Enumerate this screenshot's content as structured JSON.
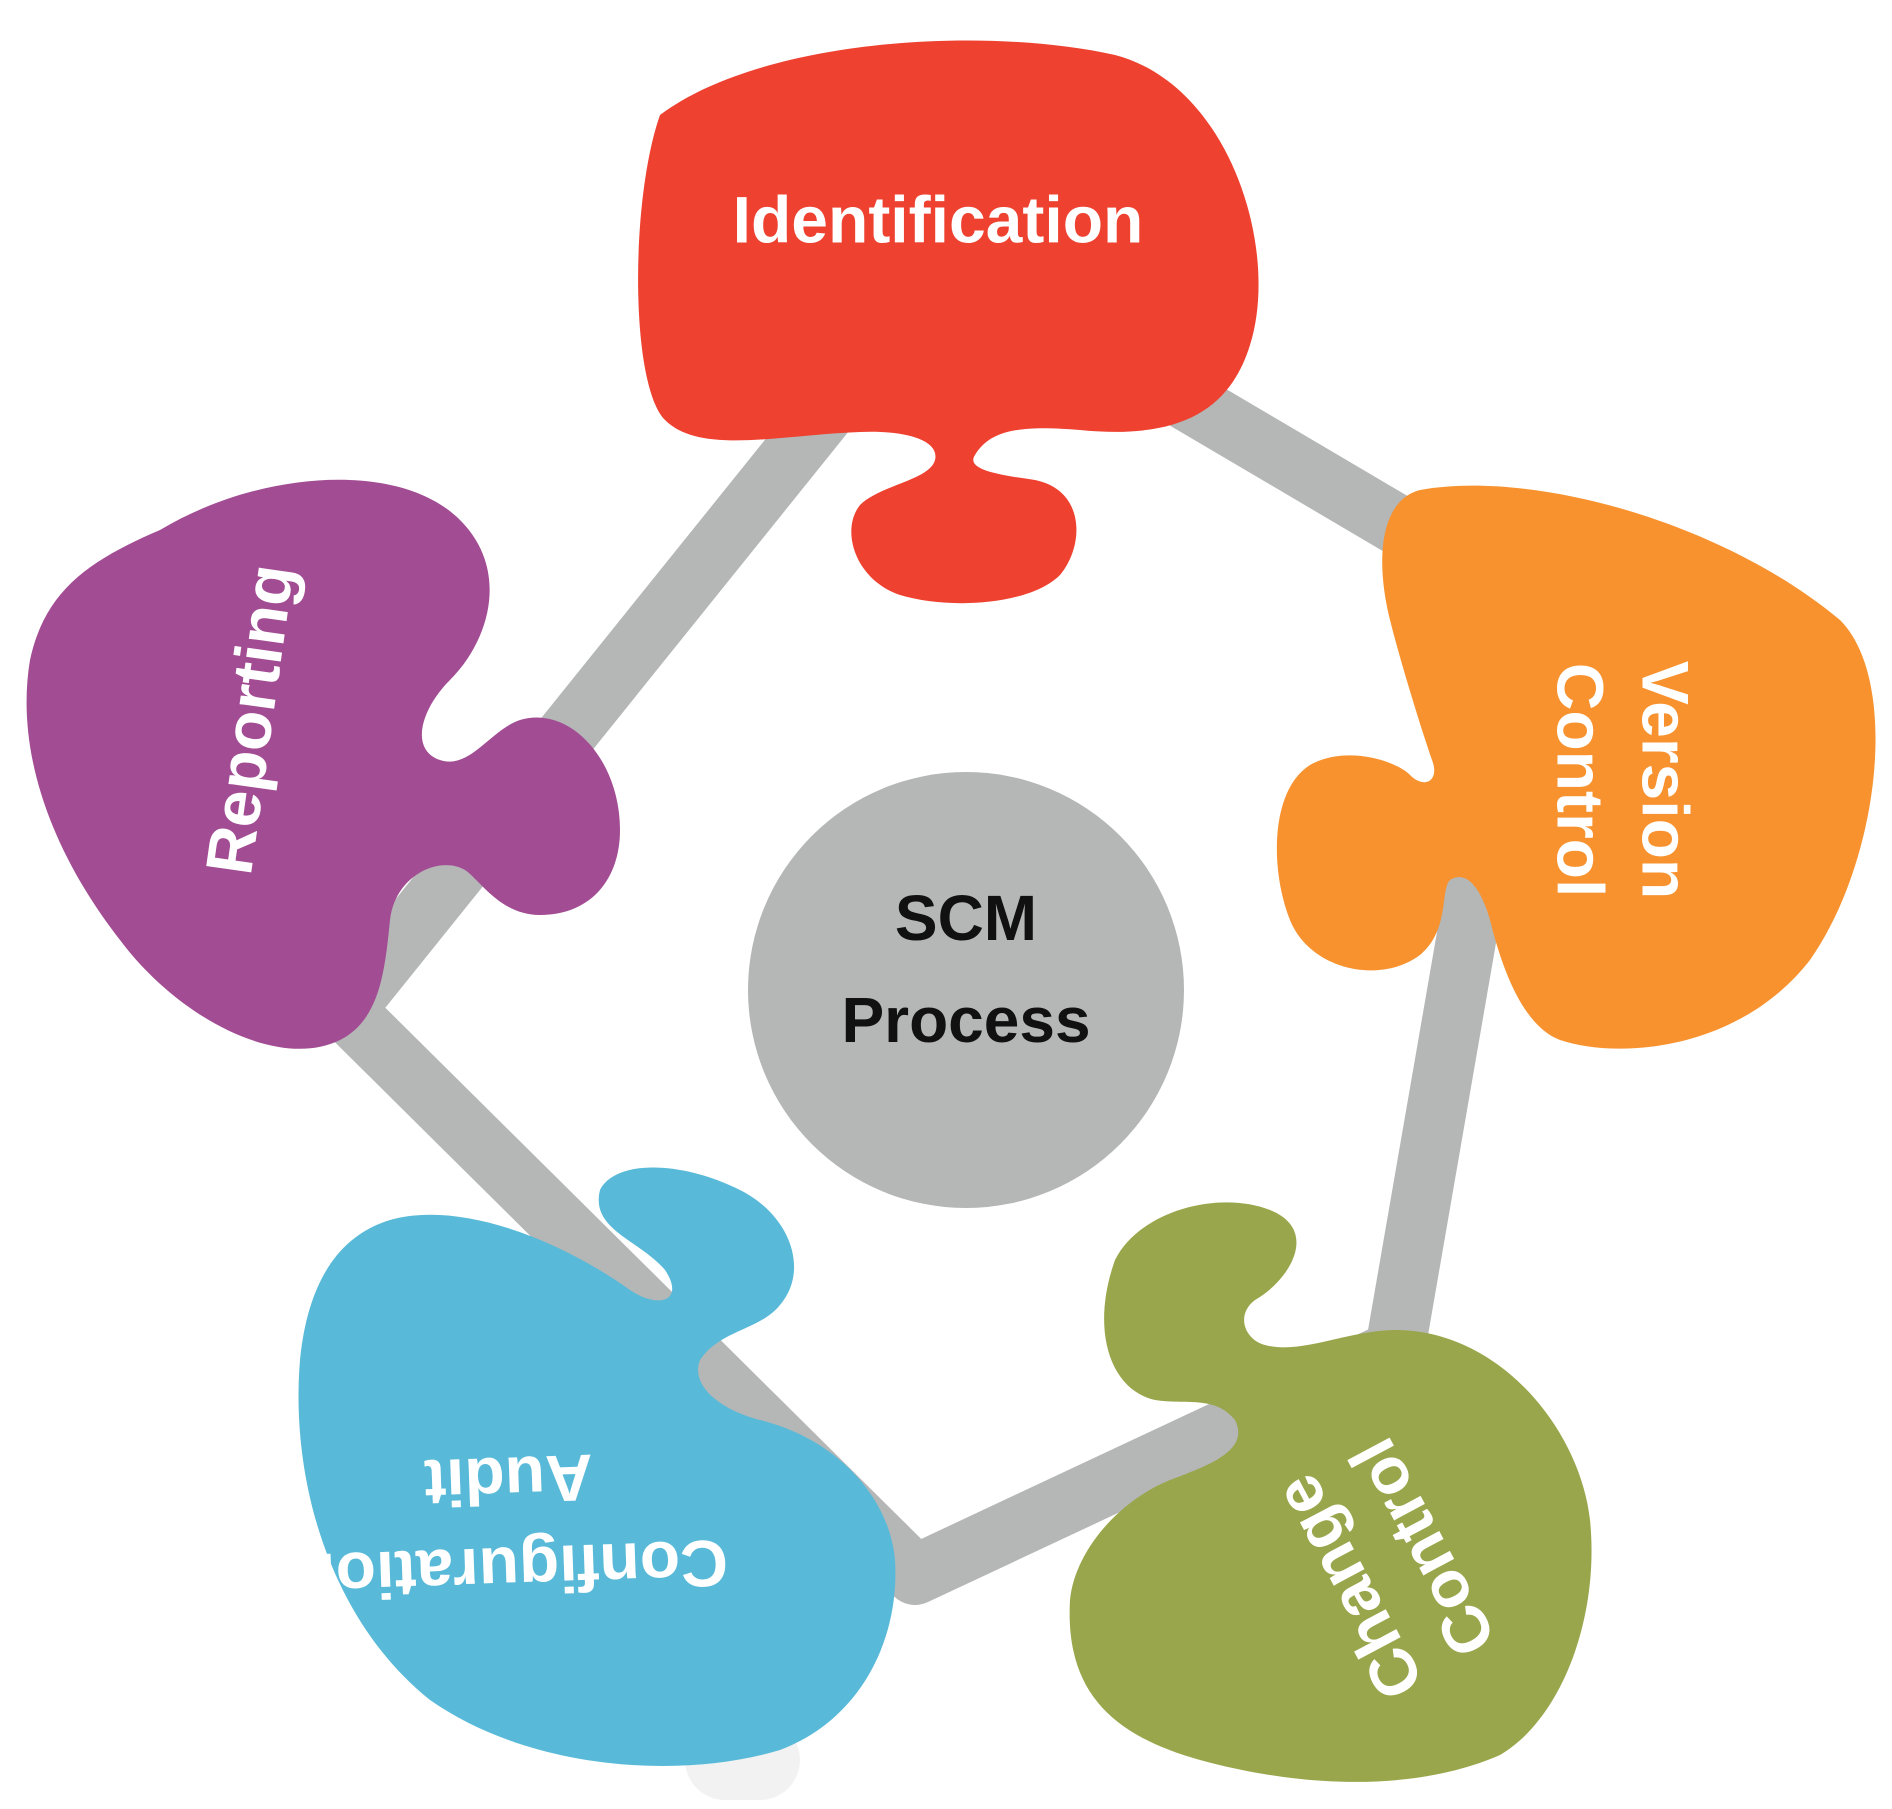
{
  "diagram": {
    "center": {
      "line1": "SCM",
      "line2": "Process",
      "color": "#b5b6b6"
    },
    "ring_color": "#b5b6b6",
    "pieces": [
      {
        "label": "Identification",
        "color": "#ee4130"
      },
      {
        "label_line1": "Version",
        "label_line2": "Control",
        "color": "#f7922f"
      },
      {
        "label_line1": "Change",
        "label_line2": "Control",
        "color": "#9aa64b"
      },
      {
        "label_line1": "Configuration",
        "label_line2": "Audit",
        "color": "#58bad8"
      },
      {
        "label": "Reporting",
        "color": "#a24c93"
      }
    ]
  }
}
